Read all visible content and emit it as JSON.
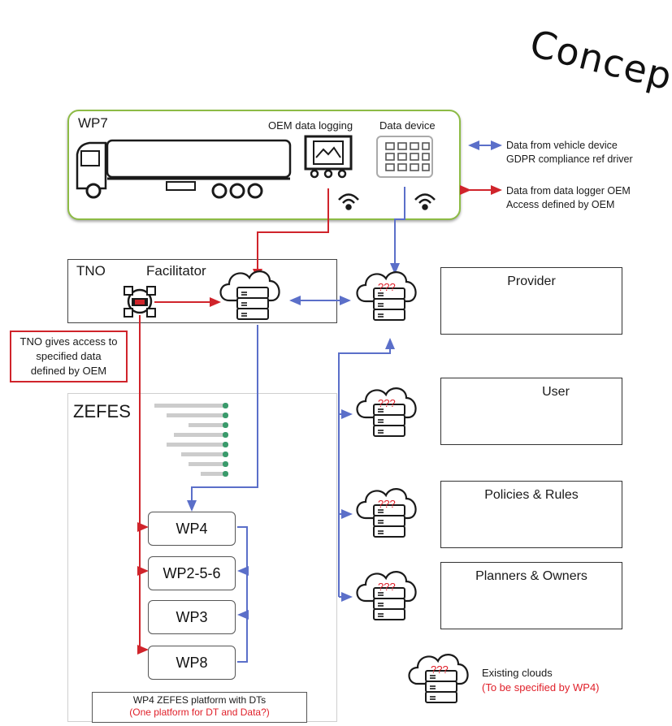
{
  "title": "Concept",
  "wp7": {
    "label": "WP7",
    "oem_logging_label": "OEM data logging",
    "data_device_label": "Data device"
  },
  "legend": {
    "blue_line1": "Data from vehicle device",
    "blue_line2": "GDPR compliance ref driver",
    "red_line1": "Data from data logger OEM",
    "red_line2": "Access defined by OEM",
    "colors": {
      "blue": "#5b6fc9",
      "red": "#d0242b"
    }
  },
  "tno": {
    "label": "TNO",
    "facilitator_label": "Facilitator",
    "access_note_line1": "TNO gives access to",
    "access_note_line2": "specified data",
    "access_note_line3": "defined by OEM"
  },
  "zefes": {
    "label": "ZEFES",
    "wp_items": [
      "WP4",
      "WP2-5-6",
      "WP3",
      "WP8"
    ],
    "platform_line1": "WP4 ZEFES platform with DTs",
    "platform_line2": "(One platform for DT and Data?)"
  },
  "clouds": {
    "unknown_mark": "???"
  },
  "panels": {
    "provider": "Provider",
    "user": "User",
    "policies": "Policies & Rules",
    "planners": "Planners & Owners"
  },
  "existing": {
    "line1": "Existing clouds",
    "line2": "(To be specified by WP4)"
  }
}
